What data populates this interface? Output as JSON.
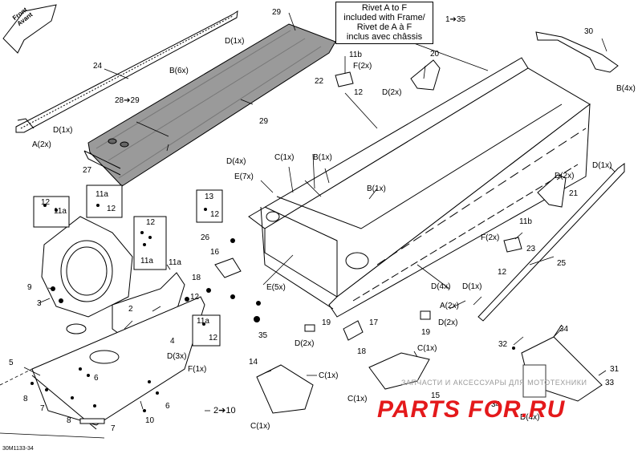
{
  "note": {
    "line1": "Rivet A to F",
    "line2": "included with Frame/",
    "line3": "Rivet de A à F",
    "line4": "inclus avec châssis"
  },
  "front_arrow": {
    "line1": "Front",
    "line2": "Avant"
  },
  "callouts": {
    "c29": "29",
    "c1to35": "1➔35",
    "c30": "30",
    "cB4x_r": "B(4x)",
    "cD1x_top": "D(1x)",
    "c24": "24",
    "cB6x": "B(6x)",
    "c28to29": "28➔29",
    "c29b": "29",
    "cD1x_l": "D(1x)",
    "cA2x_l": "A(2x)",
    "c27": "27",
    "c11b_t": "11b",
    "cF2x_t": "F(2x)",
    "c22": "22",
    "c12_t": "12",
    "c20": "20",
    "cD2x_t": "D(2x)",
    "cD4x": "D(4x)",
    "cC1x": "C(1x)",
    "cB1x": "B(1x)",
    "cE7x": "E(7x)",
    "cB1x_b": "B(1x)",
    "c12_a": "12",
    "c11a_a": "11a",
    "c11a_b": "11a",
    "c12_b": "12",
    "c13": "13",
    "c12_c": "12",
    "c12_d": "12",
    "c11a_c": "11a",
    "c11a_d": "11a",
    "c26": "26",
    "c16": "16",
    "c18": "18",
    "c9": "9",
    "c3": "3",
    "c12_e": "12",
    "c2": "2",
    "c11a_e": "11a",
    "c12_f": "12",
    "c4": "4",
    "cD3x": "D(3x)",
    "cF1x": "F(1x)",
    "c5": "5",
    "c6a": "6",
    "c8a": "8",
    "c7a": "7",
    "c8b": "8",
    "c7b": "7",
    "c10": "10",
    "c6b": "6",
    "c2to10": "2➔10",
    "cE5x": "E(5x)",
    "cD4x_b": "D(4x)",
    "c35": "35",
    "c19": "19",
    "cD2x_m": "D(2x)",
    "c17": "17",
    "c18b": "18",
    "cD1x_r": "D(1x)",
    "cD2x_r": "D(2x)",
    "c21": "21",
    "c11b_r": "11b",
    "cF2x_r": "F(2x)",
    "c23": "23",
    "c12_r": "12",
    "c25": "25",
    "cA2x_r": "A(2x)",
    "cD1x_r2": "D(1x)",
    "c19b": "19",
    "cD2x_r2": "D(2x)",
    "c14": "14",
    "cC1x_a": "C(1x)",
    "cC1x_b": "C(1x)",
    "cC1x_c": "C(1x)",
    "cC1x_d": "C(1x)",
    "c15": "15",
    "c34": "34",
    "c32": "32",
    "c31": "31",
    "c33": "33",
    "c34b": "34",
    "cD4x_c": "D(4x)"
  },
  "footer": {
    "ref": "30M1133-34"
  },
  "watermark": {
    "line1": "ЗАПЧАСТИ И АКСЕССУАРЫ ДЛЯ МОТОТЕХНИКИ",
    "line2": "PARTS FOR.RU",
    "color": "#e4191b"
  }
}
